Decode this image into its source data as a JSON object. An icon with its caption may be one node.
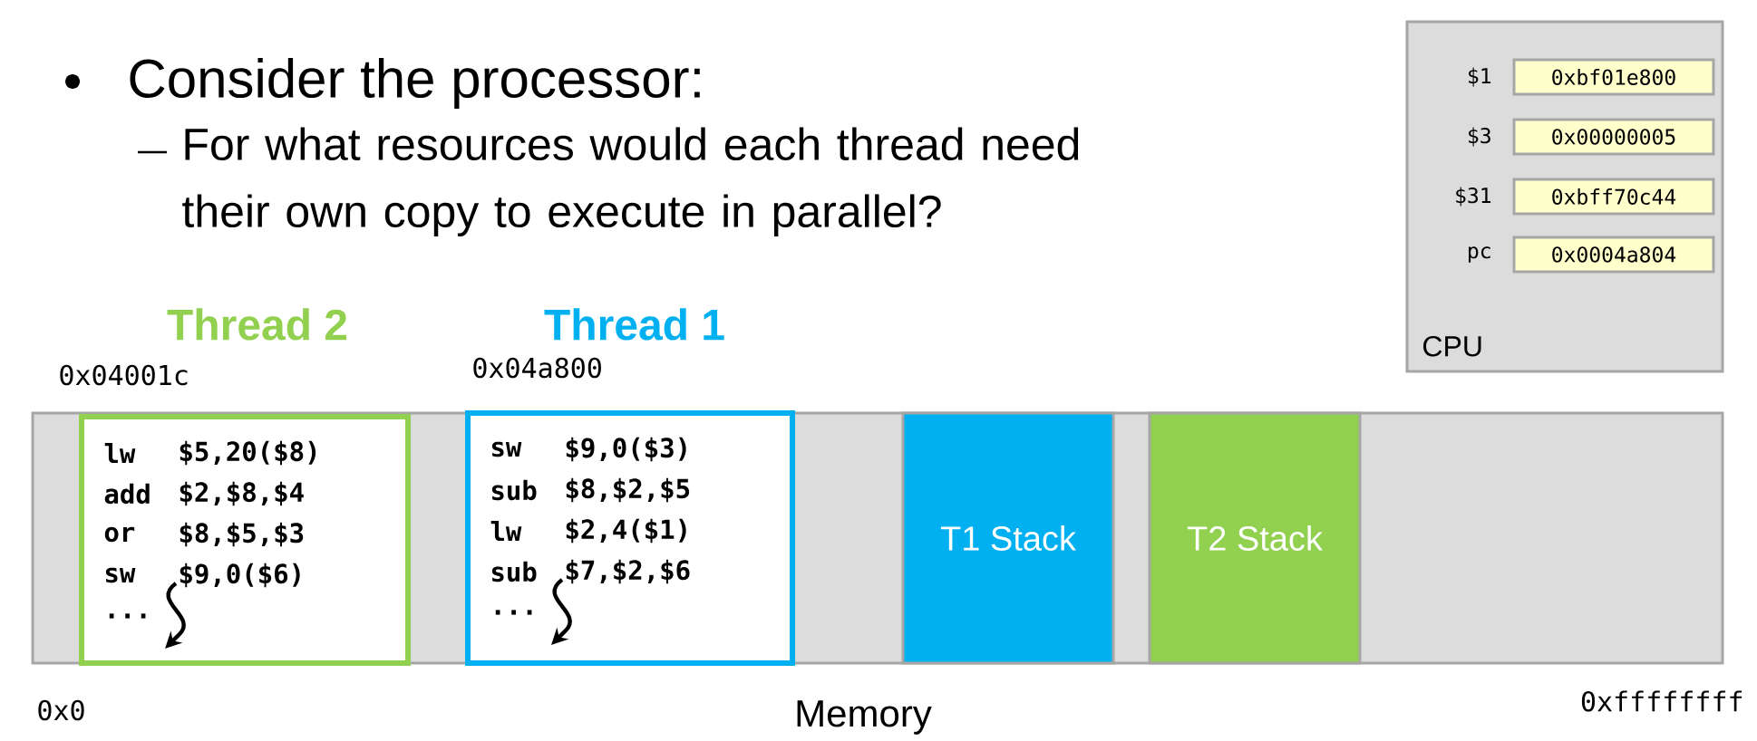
{
  "diagram": {
    "nodes": [
      {
        "text": [
          "CPU"
        ]
      },
      {
        "text": [
          "0xbf01e800"
        ],
        "beside": [
          "$1"
        ],
        "in": 0
      },
      {
        "text": [
          "0x00000005"
        ],
        "beside": [
          "$3"
        ],
        "in": 0
      },
      {
        "text": [
          "0xbff70c44"
        ],
        "beside": [
          "$31"
        ],
        "in": 0
      },
      {
        "text": [
          "0x0004a804"
        ],
        "beside": [
          "pc"
        ],
        "in": 0
      },
      {
        "text": [
          "Memory"
        ],
        "beside": [
          "0x0",
          "0xffffffff"
        ]
      },
      {
        "text": [
          "lw",
          "$5,20($8)",
          "add",
          "$2,$8,$4",
          "or",
          "$8,$5,$3",
          "sw",
          "$9,0($6)",
          "..."
        ],
        "beside": [
          "Thread 2",
          "0x04001c"
        ],
        "in": 5
      },
      {
        "text": [
          "sw",
          "$9,0($3)",
          "sub",
          "$8,$2,$5",
          "lw",
          "$2,4($1)",
          "sub",
          "$7,$2,$6",
          "..."
        ],
        "beside": [
          "Thread 1",
          "0x04a800"
        ],
        "in": 5
      },
      {
        "text": [
          "T1 Stack"
        ],
        "in": 5
      },
      {
        "text": [
          "T2 Stack"
        ],
        "in": 5
      }
    ],
    "labels": [
      "Consider the processor:",
      "For what resources would each thread need their own copy to execute in parallel?"
    ]
  }
}
